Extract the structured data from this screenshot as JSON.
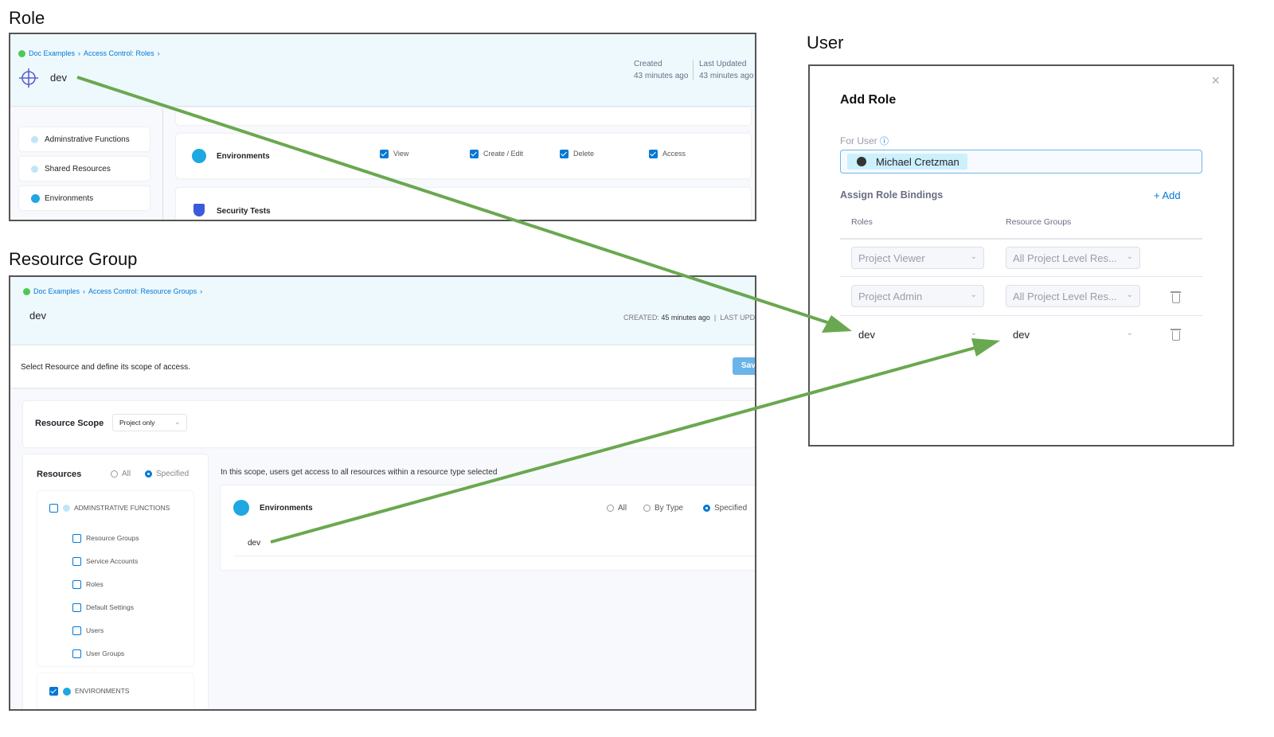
{
  "labels": {
    "role": "Role",
    "resource_group": "Resource Group",
    "user": "User"
  },
  "role_panel": {
    "breadcrumb": [
      "Doc Examples",
      "Access Control: Roles"
    ],
    "title": "dev",
    "created_label": "Created",
    "created_value": "43 minutes ago",
    "updated_label": "Last Updated",
    "updated_value": "43 minutes ago",
    "sidebar": [
      {
        "label": "Adminstrative Functions"
      },
      {
        "label": "Shared Resources"
      },
      {
        "label": "Environments"
      }
    ],
    "environments": {
      "label": "Environments",
      "permissions": [
        {
          "label": "View",
          "checked": true
        },
        {
          "label": "Create / Edit",
          "checked": true
        },
        {
          "label": "Delete",
          "checked": true
        },
        {
          "label": "Access",
          "checked": true
        }
      ]
    },
    "security_tests": "Security Tests"
  },
  "rg_panel": {
    "breadcrumb": [
      "Doc Examples",
      "Access Control: Resource Groups"
    ],
    "title": "dev",
    "created_label": "CREATED:",
    "created_value": "45 minutes ago",
    "updated_label": "LAST UPD",
    "instruction": "Select Resource and define its scope of access.",
    "save": "Sav",
    "scope_label": "Resource Scope",
    "scope_value": "Project only",
    "resources_label": "Resources",
    "res_all": "All",
    "res_specified": "Specified",
    "admin_group": "ADMINSTRATIVE FUNCTIONS",
    "admin_items": [
      {
        "label": "Resource Groups"
      },
      {
        "label": "Service Accounts"
      },
      {
        "label": "Roles"
      },
      {
        "label": "Default Settings"
      },
      {
        "label": "Users"
      },
      {
        "label": "User Groups"
      }
    ],
    "env_group": "ENVIRONMENTS",
    "scope_note": "In this scope, users get access to all resources within a resource type selected",
    "env_card": {
      "label": "Environments",
      "opt_all": "All",
      "opt_bytype": "By Type",
      "opt_specified": "Specified",
      "item": "dev"
    }
  },
  "user_dialog": {
    "title": "Add Role",
    "for_user_label": "For User",
    "user_chip": "Michael Cretzman",
    "bindings_label": "Assign Role Bindings",
    "add": "+ Add",
    "col_roles": "Roles",
    "col_rg": "Resource Groups",
    "rows": [
      {
        "role": "Project Viewer",
        "rg": "All Project Level Res..."
      },
      {
        "role": "Project Admin",
        "rg": "All Project Level Res..."
      },
      {
        "role": "dev",
        "rg": "dev"
      }
    ]
  },
  "colors": {
    "arrow": "#6aa84f",
    "accent": "#0278d5",
    "header_bg": "#eef9fe"
  }
}
